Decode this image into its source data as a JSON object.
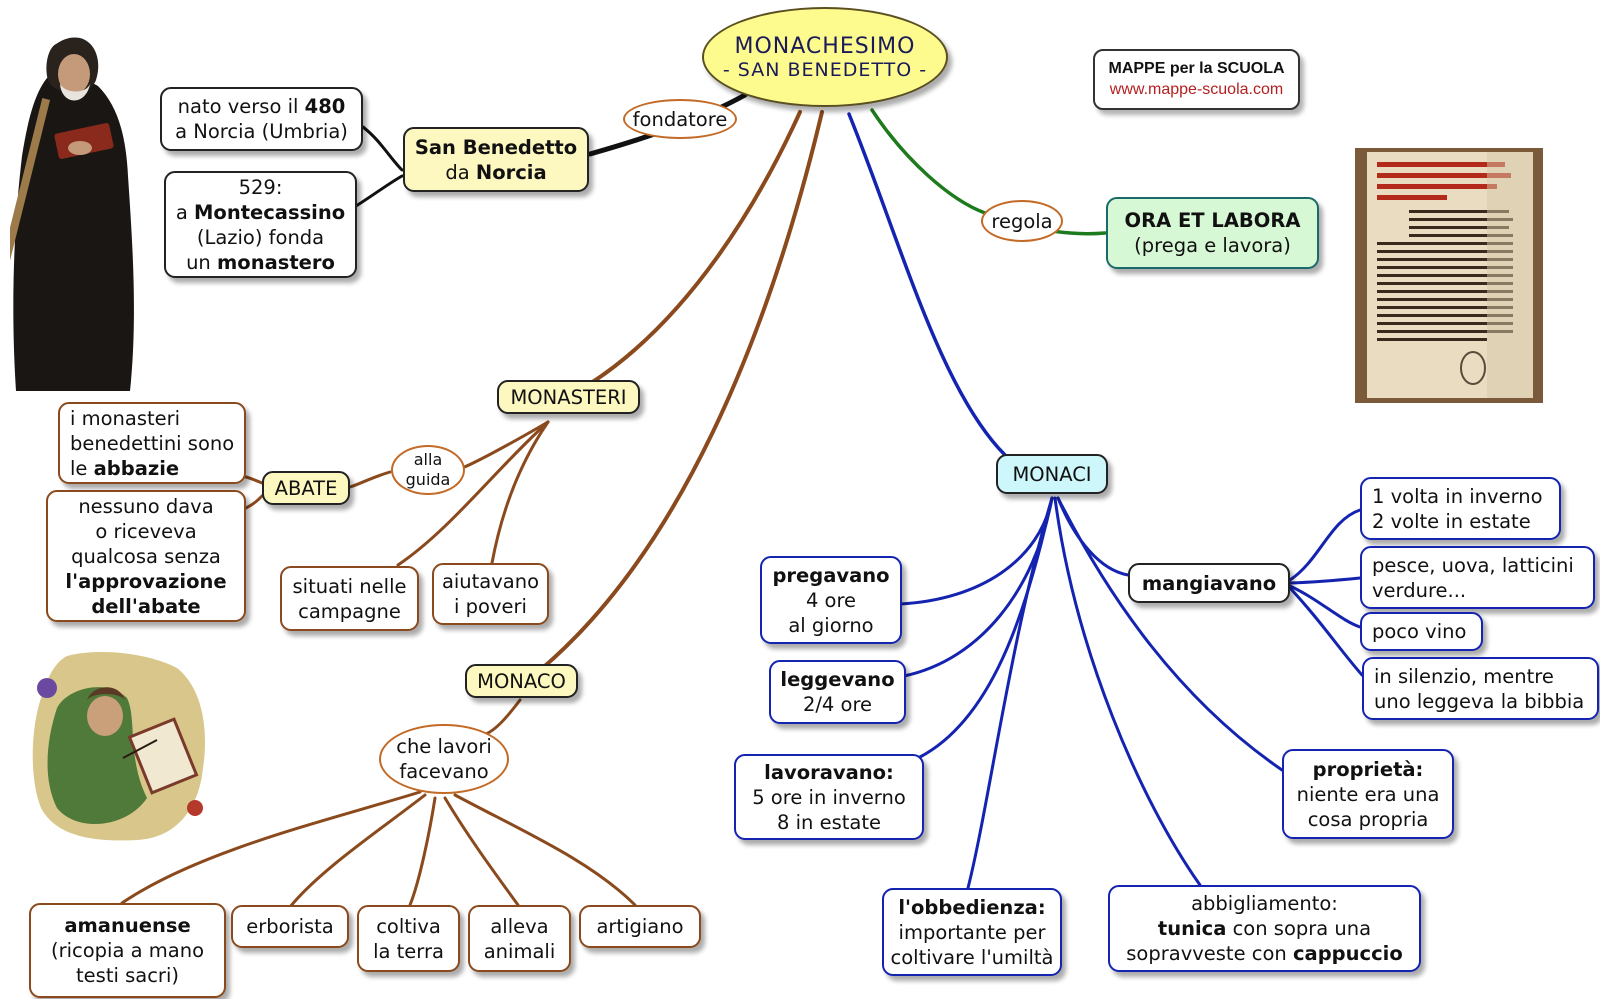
{
  "title": {
    "line1": "MONACHESIMO",
    "line2": "- SAN BENEDETTO -"
  },
  "brand": {
    "name": "MAPPE per la SCUOLA",
    "url": "www.mappe-scuola.com"
  },
  "links": {
    "fondatore": "fondatore",
    "regola": "regola",
    "alla_guida": [
      "alla",
      "guida"
    ],
    "che_lavori": [
      "che lavori",
      "facevano"
    ]
  },
  "san_benedetto": {
    "name": {
      "line1": "San Benedetto",
      "pre": "da ",
      "bold": "Norcia"
    },
    "birth": {
      "pre": "nato verso il ",
      "bold": "480",
      "line2": "a Norcia (Umbria)"
    },
    "monastery": {
      "line1": "529:",
      "pre2": "a ",
      "bold2": "Montecassino",
      "line3": "(Lazio) fonda",
      "pre4": "un ",
      "bold4": "monastero"
    }
  },
  "regola": {
    "line1": "ORA ET LABORA",
    "line2": "(prega e lavora)"
  },
  "monasteri": {
    "label": "MONASTERI",
    "abate": "ABATE",
    "abbazie": {
      "line1": "i monasteri",
      "line2": "benedettini sono",
      "pre3": "le ",
      "bold3": "abbazie"
    },
    "approvazione": {
      "line1": "nessuno dava",
      "line2": "o riceveva",
      "line3": "qualcosa senza",
      "bold4": "l'approvazione",
      "bold5": "dell'abate"
    },
    "campagne": [
      "situati nelle",
      "campagne"
    ],
    "poveri": [
      "aiutavano",
      "i poveri"
    ]
  },
  "monaco": {
    "label": "MONACO",
    "amanuense": {
      "bold": "amanuense",
      "line2": "(ricopia a mano",
      "line3": "testi sacri)"
    },
    "erborista": "erborista",
    "coltiva": [
      "coltiva",
      "la terra"
    ],
    "alleva": [
      "alleva",
      "animali"
    ],
    "artigiano": "artigiano"
  },
  "monaci": {
    "label": "MONACI",
    "pregavano": {
      "bold": "pregavano",
      "line2": "4 ore",
      "line3": "al giorno"
    },
    "leggevano": {
      "bold": "leggevano",
      "line2": "2/4 ore"
    },
    "lavoravano": {
      "bold": "lavoravano:",
      "line2": "5 ore in inverno",
      "line3": "8 in estate"
    },
    "obbedienza": {
      "bold": "l'obbedienza:",
      "line2": "importante per",
      "line3": "coltivare l'umiltà"
    },
    "abbigliamento": {
      "line1": "abbigliamento:",
      "bold2": "tunica",
      "post2": " con sopra una",
      "pre3": "sopravveste con ",
      "bold3": "cappuccio"
    },
    "proprieta": {
      "bold": "proprietà:",
      "line2": "niente era una",
      "line3": "cosa propria"
    },
    "mangiavano": {
      "label": "mangiavano",
      "items": [
        [
          "1 volta in inverno",
          "2 volte in estate"
        ],
        [
          "pesce, uova, latticini",
          "verdure..."
        ],
        [
          "poco vino"
        ],
        [
          "in silenzio, mentre",
          "uno leggeva la bibbia"
        ]
      ]
    }
  },
  "images": [
    "monk-portrait",
    "rule-manuscript",
    "scribe-miniature"
  ]
}
